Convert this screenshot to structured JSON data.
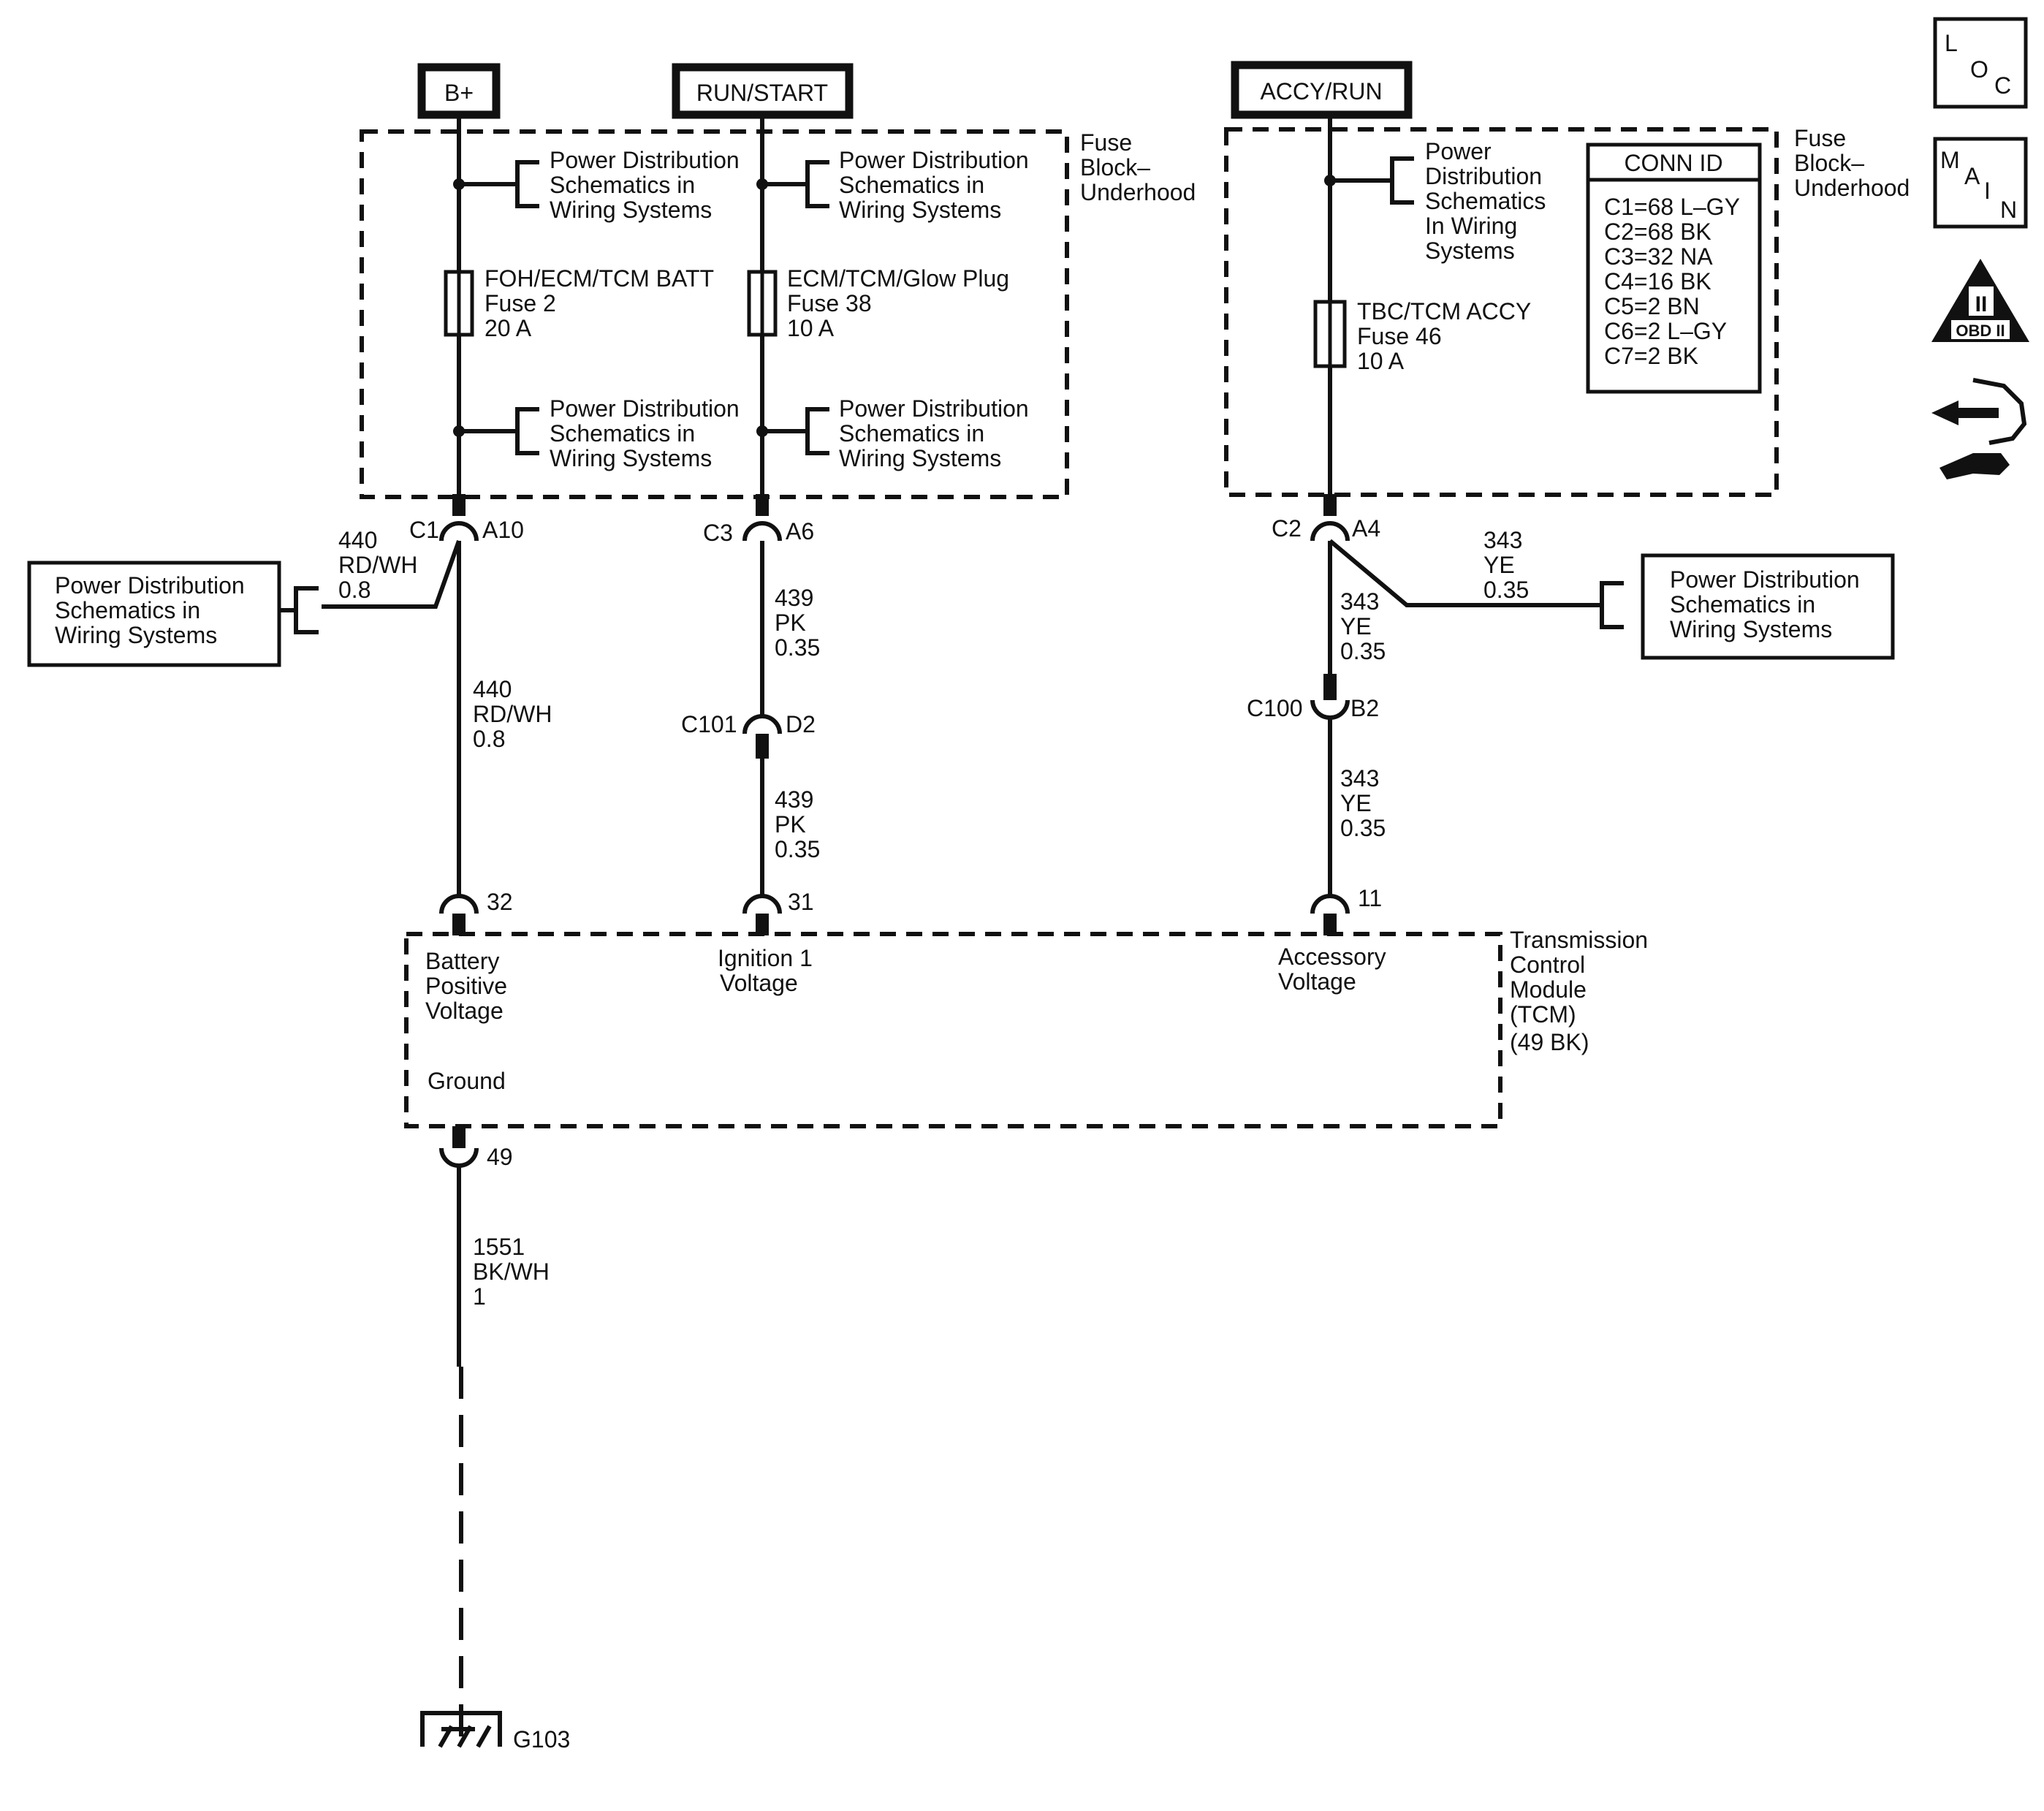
{
  "sources": {
    "bplus": "B+",
    "runstart": "RUN/START",
    "accyrun": "ACCY/RUN"
  },
  "fuse_block_label": [
    "Fuse",
    "Block–",
    "Underhood"
  ],
  "fuse_block_label_right": [
    "Fuse",
    "Block–",
    "Underhood"
  ],
  "pds_three_line": [
    "Power Distribution",
    "Schematics in",
    "Wiring Systems"
  ],
  "pds_four_line": [
    "Power",
    "Distribution",
    "Schematics",
    "In Wiring",
    "Systems"
  ],
  "fuses": {
    "fuse2": [
      "FOH/ECM/TCM BATT",
      "Fuse 2",
      "20 A"
    ],
    "fuse38": [
      "ECM/TCM/Glow Plug",
      "Fuse 38",
      "10 A"
    ],
    "fuse46": [
      "TBC/TCM ACCY",
      "Fuse 46",
      "10 A"
    ]
  },
  "conn_id": {
    "title": "CONN ID",
    "rows": [
      "C1=68 L–GY",
      "C2=68 BK",
      "C3=32 NA",
      "C4=16 BK",
      "C5=2 BN",
      "C6=2 L–GY",
      "C7=2 BK"
    ]
  },
  "connectors": {
    "c1": "C1",
    "a10": "A10",
    "c3": "C3",
    "a6": "A6",
    "c2": "C2",
    "a4": "A4",
    "c101": "C101",
    "d2": "D2",
    "c100": "C100",
    "b2": "B2",
    "p32": "32",
    "p31": "31",
    "p11": "11",
    "p49": "49"
  },
  "wires": {
    "w440_branch": [
      "440",
      "RD/WH",
      "0.8"
    ],
    "w440_main": [
      "440",
      "RD/WH",
      "0.8"
    ],
    "w439_upper": [
      "439",
      "PK",
      "0.35"
    ],
    "w439_lower": [
      "439",
      "PK",
      "0.35"
    ],
    "w343_branch": [
      "343",
      "YE",
      "0.35"
    ],
    "w343_upper": [
      "343",
      "YE",
      "0.35"
    ],
    "w343_lower": [
      "343",
      "YE",
      "0.35"
    ],
    "w1551": [
      "1551",
      "BK/WH",
      "1"
    ]
  },
  "tcm": {
    "label": [
      "Transmission",
      "Control",
      "Module",
      "(TCM)",
      "(49 BK)"
    ],
    "battery": [
      "Battery",
      "Positive",
      "Voltage"
    ],
    "ignition": [
      "Ignition 1",
      "Voltage"
    ],
    "accessory": [
      "Accessory",
      "Voltage"
    ],
    "ground": "Ground"
  },
  "ground_id": "G103",
  "icons": {
    "loc": [
      "L",
      "O",
      "C"
    ],
    "main": [
      "M",
      "A",
      "I",
      "N"
    ],
    "obd": [
      "II",
      "OBD II"
    ]
  }
}
